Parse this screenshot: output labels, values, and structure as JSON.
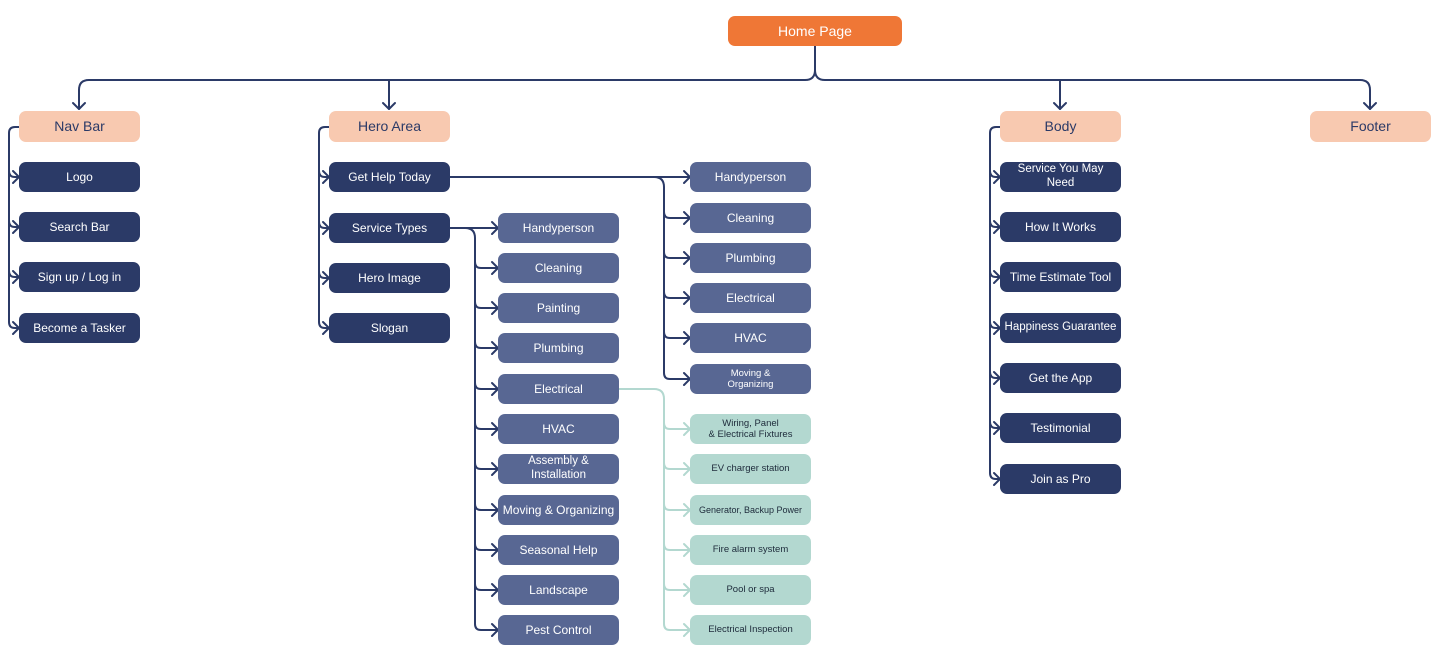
{
  "root": "Home Page",
  "nav_bar": {
    "title": "Nav Bar",
    "items": [
      "Logo",
      "Search Bar",
      "Sign up / Log in",
      "Become a Tasker"
    ]
  },
  "hero_area": {
    "title": "Hero Area",
    "items": [
      "Get Help Today",
      "Service Types",
      "Hero Image",
      "Slogan"
    ],
    "get_help_today_children": [
      "Handyperson",
      "Cleaning",
      "Plumbing",
      "Electrical",
      "HVAC",
      "Moving &\nOrganizing"
    ],
    "service_types_children": [
      "Handyperson",
      "Cleaning",
      "Painting",
      "Plumbing",
      "Electrical",
      "HVAC",
      "Assembly & Installation",
      "Moving & Organizing",
      "Seasonal Help",
      "Landscape",
      "Pest Control"
    ],
    "electrical_children": [
      "Wiring, Panel\n& Electrical Fixtures",
      "EV charger station",
      "Generator, Backup Power",
      "Fire alarm system",
      "Pool or spa",
      "Electrical Inspection"
    ]
  },
  "body": {
    "title": "Body",
    "items": [
      "Service You May Need",
      "How It Works",
      "Time Estimate Tool",
      "Happiness Guarantee",
      "Get the App",
      "Testimonial",
      "Join as Pro"
    ]
  },
  "footer": {
    "title": "Footer"
  },
  "colors": {
    "root": "#EF7736",
    "section": "#F8C9B0",
    "dark_node": "#2B3A67",
    "mid_node": "#586793",
    "mint_node": "#B3D8D0",
    "connector": "#2B3A67",
    "mint_connector": "#B3D8D0"
  }
}
